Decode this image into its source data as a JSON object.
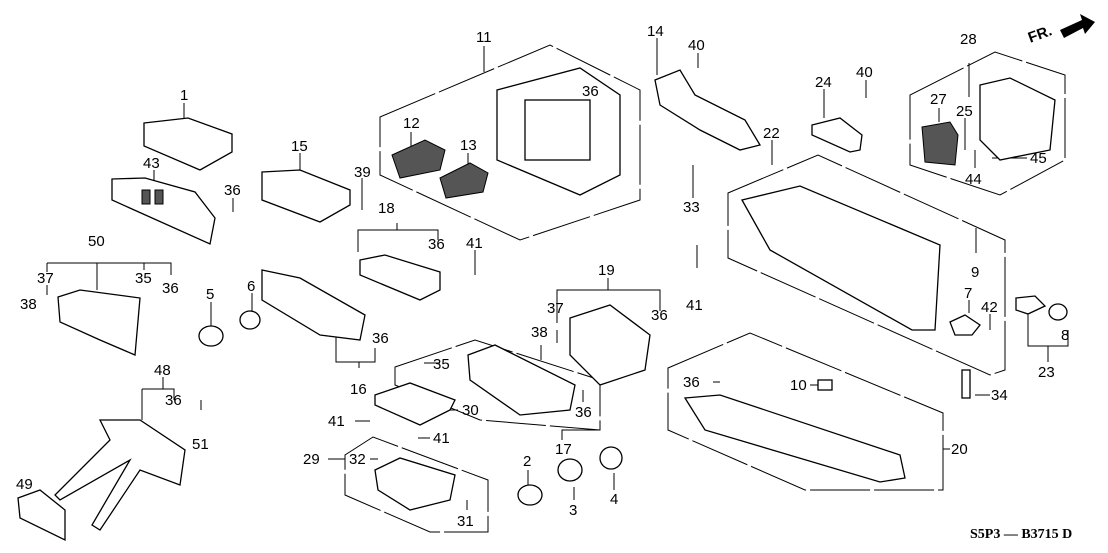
{
  "diagram": {
    "title_code": "S5P3 — B3715 D",
    "direction_label": "FR.",
    "callouts": [
      {
        "id": "c1",
        "label": "1"
      },
      {
        "id": "c43",
        "label": "43"
      },
      {
        "id": "c36a",
        "label": "36"
      },
      {
        "id": "c15",
        "label": "15"
      },
      {
        "id": "c39",
        "label": "39"
      },
      {
        "id": "c50",
        "label": "50"
      },
      {
        "id": "c37a",
        "label": "37"
      },
      {
        "id": "c35a",
        "label": "35"
      },
      {
        "id": "c36b",
        "label": "36"
      },
      {
        "id": "c38a",
        "label": "38"
      },
      {
        "id": "c5",
        "label": "5"
      },
      {
        "id": "c6",
        "label": "6"
      },
      {
        "id": "c36c",
        "label": "36"
      },
      {
        "id": "c16",
        "label": "16"
      },
      {
        "id": "c48",
        "label": "48"
      },
      {
        "id": "c36d",
        "label": "36"
      },
      {
        "id": "c51",
        "label": "51"
      },
      {
        "id": "c49",
        "label": "49"
      },
      {
        "id": "c11",
        "label": "11"
      },
      {
        "id": "c12",
        "label": "12"
      },
      {
        "id": "c13",
        "label": "13"
      },
      {
        "id": "c36e",
        "label": "36"
      },
      {
        "id": "c18",
        "label": "18"
      },
      {
        "id": "c36f",
        "label": "36"
      },
      {
        "id": "c41a",
        "label": "41"
      },
      {
        "id": "c14",
        "label": "14"
      },
      {
        "id": "c40a",
        "label": "40"
      },
      {
        "id": "c33",
        "label": "33"
      },
      {
        "id": "c41b",
        "label": "41"
      },
      {
        "id": "c19",
        "label": "19"
      },
      {
        "id": "c37b",
        "label": "37"
      },
      {
        "id": "c36g",
        "label": "36"
      },
      {
        "id": "c38b",
        "label": "38"
      },
      {
        "id": "c35b",
        "label": "35"
      },
      {
        "id": "c30",
        "label": "30"
      },
      {
        "id": "c41c",
        "label": "41"
      },
      {
        "id": "c41d",
        "label": "41"
      },
      {
        "id": "c29",
        "label": "29"
      },
      {
        "id": "c32",
        "label": "32"
      },
      {
        "id": "c31",
        "label": "31"
      },
      {
        "id": "c36h",
        "label": "36"
      },
      {
        "id": "c17",
        "label": "17"
      },
      {
        "id": "c2",
        "label": "2"
      },
      {
        "id": "c3",
        "label": "3"
      },
      {
        "id": "c4",
        "label": "4"
      },
      {
        "id": "c24",
        "label": "24"
      },
      {
        "id": "c40b",
        "label": "40"
      },
      {
        "id": "c22",
        "label": "22"
      },
      {
        "id": "c28",
        "label": "28"
      },
      {
        "id": "c27",
        "label": "27"
      },
      {
        "id": "c25",
        "label": "25"
      },
      {
        "id": "c44",
        "label": "44"
      },
      {
        "id": "c45",
        "label": "45"
      },
      {
        "id": "c9",
        "label": "9"
      },
      {
        "id": "c7",
        "label": "7"
      },
      {
        "id": "c42",
        "label": "42"
      },
      {
        "id": "c8",
        "label": "8"
      },
      {
        "id": "c23",
        "label": "23"
      },
      {
        "id": "c34",
        "label": "34"
      },
      {
        "id": "c36i",
        "label": "36"
      },
      {
        "id": "c10",
        "label": "10"
      },
      {
        "id": "c20",
        "label": "20"
      }
    ]
  }
}
